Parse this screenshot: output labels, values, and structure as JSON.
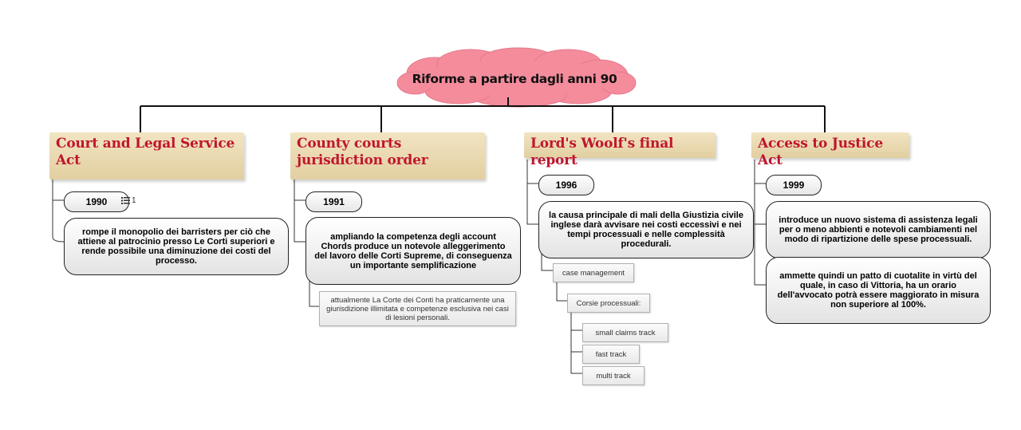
{
  "root": {
    "title": "Riforme a partire dagli anni 90"
  },
  "branches": [
    {
      "title": "Court and Legal Service Act",
      "year": "1990",
      "note_badge": {
        "icon": "list-icon",
        "count": "1"
      },
      "descriptions": [
        "rompe il monopolio dei barristers per ciò che attiene al patrocinio presso Le Corti superiori e rende possibile una diminuzione dei costi del processo."
      ],
      "subnotes": []
    },
    {
      "title": "County courts jurisdiction order",
      "year": "1991",
      "descriptions": [
        "ampliando la competenza degli account Chords produce un notevole alleggerimento del lavoro delle Corti Supreme, di conseguenza un importante semplificazione"
      ],
      "subnotes": [
        "attualmente La Corte dei Conti ha praticamente una giurisdizione illimitata e competenze esclusiva nei casi di lesioni personali."
      ]
    },
    {
      "title": "Lord's Woolf's final report",
      "year": "1996",
      "descriptions": [
        "la causa principale di mali della Giustizia civile inglese darà avvisare nei costi eccessivi e nei tempi processuali e nelle complessità procedurali."
      ],
      "subnotes": [
        "case management",
        "Corsie processuali:"
      ],
      "tracks": [
        "small claims track",
        "fast track",
        "multi track"
      ]
    },
    {
      "title": "Access to Justice Act",
      "year": "1999",
      "descriptions": [
        "introduce un nuovo sistema di assistenza legali per o meno abbienti e notevoli cambiamenti nel modo di ripartizione delle spese processuali.",
        "ammette quindi un patto di cuotalite in virtù del quale, in caso di Vittoria, ha un orario dell'avvocato potrà essere maggiorato in misura non superiore al 100%."
      ],
      "subnotes": []
    }
  ],
  "colors": {
    "cloud": "#f48c9c",
    "topic_text": "#c0162c",
    "topic_bg": "#ead7ad",
    "line": "#111111"
  }
}
